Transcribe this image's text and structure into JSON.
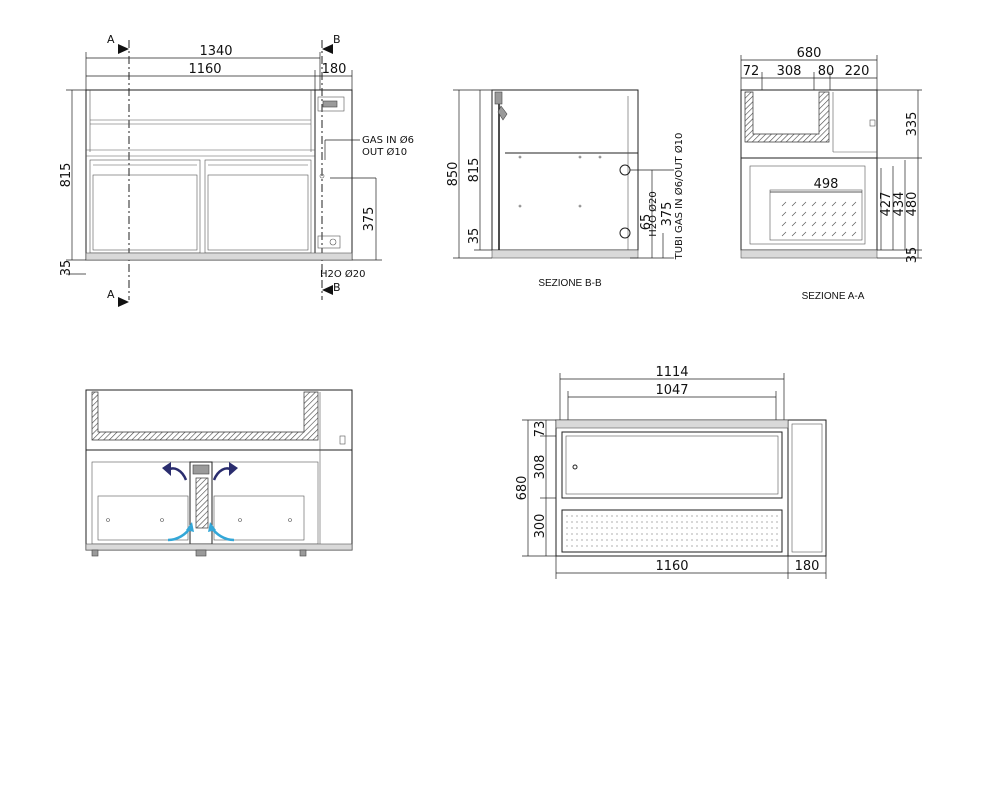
{
  "front_view": {
    "dims": {
      "overall_width": "1340",
      "cabinet_width": "1160",
      "side_width": "180",
      "height": "815",
      "foot": "35",
      "gas_height": "375"
    },
    "gas_note_line1": "GAS IN Ø6",
    "gas_note_line2": "OUT Ø10",
    "water_note": "H2O Ø20",
    "section_marks": {
      "a": "A",
      "b": "B"
    }
  },
  "section_bb": {
    "caption": "SEZIONE B-B",
    "dims": {
      "total_height": "850",
      "body_height": "815",
      "foot": "35",
      "h375": "375",
      "h65": "65"
    },
    "water_note": "H2O Ø20",
    "gas_note": "TUBI GAS IN Ø6/OUT Ø10"
  },
  "section_aa": {
    "caption": "SEZIONE A-A",
    "dims": {
      "depth": "680",
      "d72": "72",
      "d308": "308",
      "d80": "80",
      "d220": "220",
      "h335": "335",
      "w498": "498",
      "h427": "427",
      "h434": "434",
      "h480": "480",
      "h35": "35"
    }
  },
  "plan_view": {
    "dims": {
      "outer_width": "1114",
      "inner_width": "1047",
      "depth": "680",
      "d73": "73",
      "d308": "308",
      "d300": "300",
      "w1160": "1160",
      "w180": "180"
    }
  },
  "colors": {
    "line": "#222222",
    "fill_grey": "#d9d9d9",
    "arrow_blue": "#2a2d6e",
    "arrow_cyan": "#33a7d8"
  }
}
